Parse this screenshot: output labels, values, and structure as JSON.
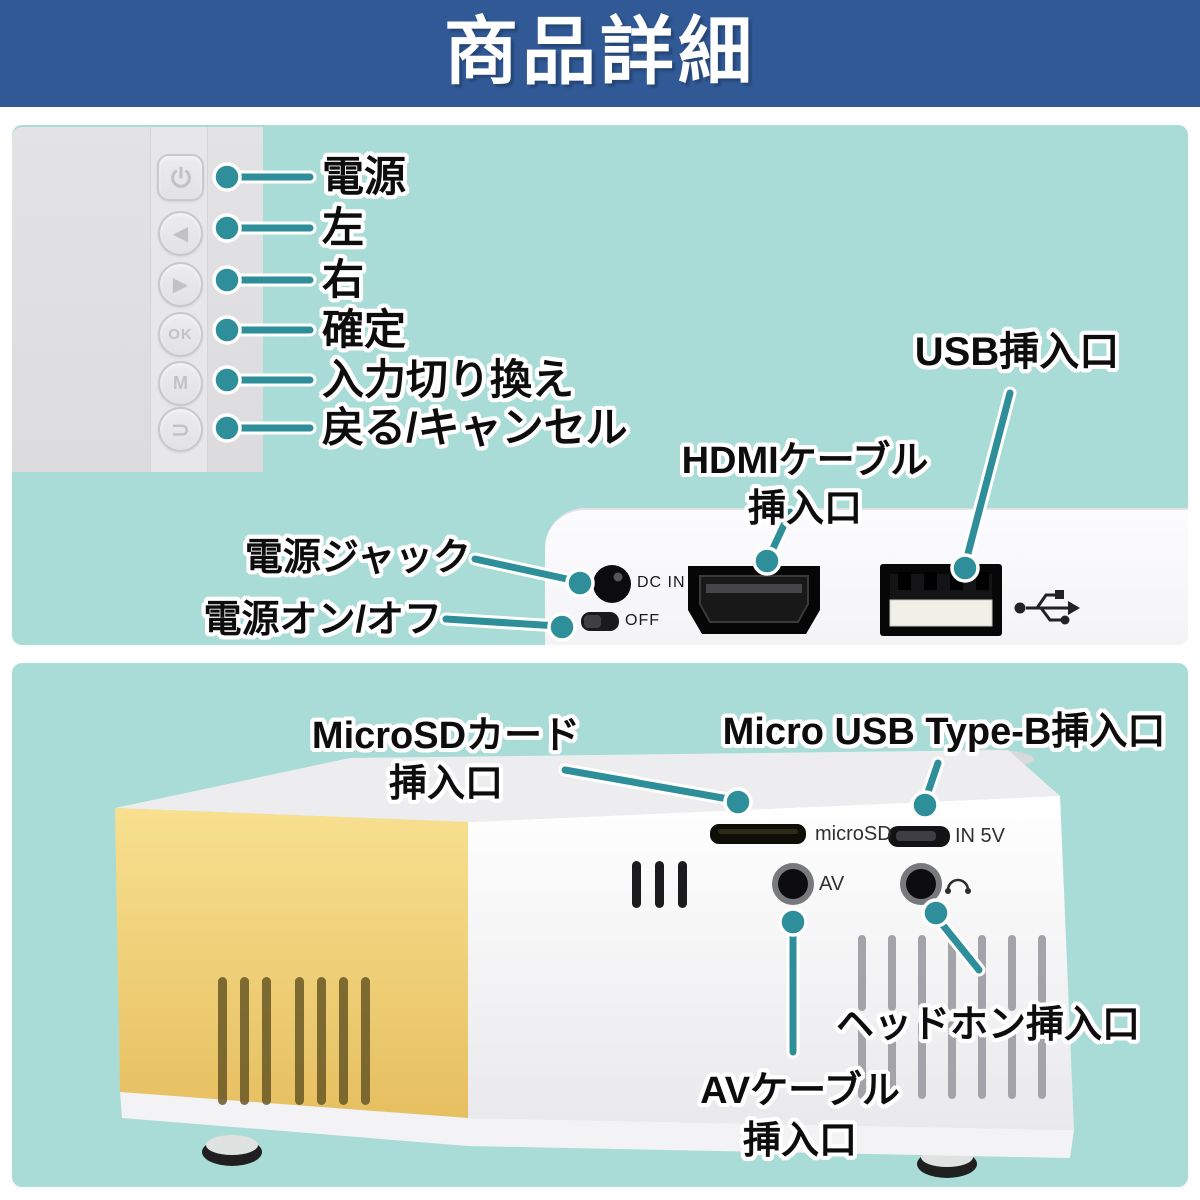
{
  "header": {
    "title": "商品詳細"
  },
  "theme": {
    "header_bg": "#305996",
    "section_bg": "#a9dcd7",
    "leader": "#2e8e99",
    "device_yellow": "#f3d57d"
  },
  "section1": {
    "button_labels": [
      "電源",
      "左",
      "右",
      "確定",
      "入力切り換え",
      "戻る/キャンセル"
    ],
    "button_glyphs": {
      "left": "◀",
      "right": "▶",
      "ok": "OK",
      "menu": "M",
      "back": "⊃"
    },
    "labels": {
      "usb": "USB挿入口",
      "hdmi": [
        "HDMIケーブル",
        "挿入口"
      ],
      "power_jack": "電源ジャック",
      "power_switch": "電源オン/オフ"
    },
    "device_text": {
      "dc_in": "DC IN",
      "off": "OFF"
    }
  },
  "section2": {
    "labels": {
      "microsd": [
        "MicroSDカード",
        "挿入口"
      ],
      "micro_usb": "Micro USB Type-B挿入口",
      "headphone": "ヘッドホン挿入口",
      "av": [
        "AVケーブル",
        "挿入口"
      ]
    },
    "device_text": {
      "microsd": "microSD",
      "in5v": "IN 5V",
      "av": "AV"
    }
  }
}
